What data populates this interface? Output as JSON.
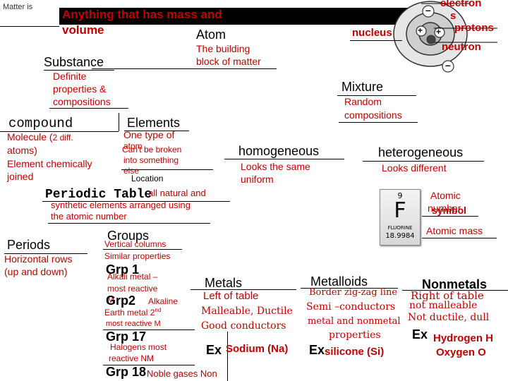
{
  "top": {
    "matter_is": "Matter is",
    "anything_line1": "Anything that has mass and",
    "anything_line2": "volume",
    "atom": "Atom",
    "atom_desc_line1": "The building",
    "atom_desc_line2": "block of matter"
  },
  "atom_diagram": {
    "electron_line1": "electron",
    "electron_line2": "s",
    "protons": "protons",
    "nucleus": "nucleus",
    "neutron": "neutron",
    "plus": "+",
    "minus": "–"
  },
  "substance": {
    "title": "Substance",
    "desc_line1": "Definite",
    "desc_line2": "properties &",
    "desc_line3": "compositions"
  },
  "mixture": {
    "title": "Mixture",
    "desc_line1": "Random",
    "desc_line2": "compositions",
    "homogeneous": "homogeneous",
    "homo_desc_line1": "Looks the same",
    "homo_desc_line2": "uniform",
    "heterogeneous": "heterogeneous",
    "hetero_desc": "Looks different"
  },
  "compound": {
    "title": "compound",
    "desc_line1a": "Molecule (",
    "desc_line1b": "2 diff.",
    "desc_line2": "atoms)",
    "desc_line3": "Element chemically",
    "desc_line4": "joined"
  },
  "elements": {
    "title": "Elements",
    "desc_line1": "One type of",
    "desc_line2a": "atom",
    "desc_line2b": "Can't be broken",
    "desc_line3": "into something",
    "desc_line4": "else",
    "location": "Location"
  },
  "periodic": {
    "title": "Periodic Table",
    "desc_line1": "all natural and",
    "desc_line2": "synthetic elements arranged using",
    "desc_line3": "the atomic number"
  },
  "tile": {
    "number": "9",
    "symbol": "F",
    "name": "FLUORINE",
    "mass": "18.9984",
    "atomic_line1": "Atomic",
    "atomic_line2a": "number",
    "atomic_line2b": "symbol",
    "atomic_mass": "Atomic mass"
  },
  "periods": {
    "title": "Periods",
    "desc_line1": "Horizontal rows",
    "desc_line2": "(up and down)"
  },
  "groups": {
    "title": "Groups",
    "desc_line1": "Vertical columns",
    "desc_line2": "Similar properties",
    "grp1": "Grp 1",
    "grp1_desc_line1": "Alkali metal –",
    "grp1_desc_line2": "most reactive",
    "grp1_desc_line3": "M",
    "grp2": "Grp2",
    "grp2_alk": "Alkaline",
    "grp2_desc_line1": "Earth metal 2",
    "grp2_sup": "nd",
    "grp2_desc_line2": "most reactive M",
    "grp17": "Grp 17",
    "grp17_desc_line1": "Halogens  most",
    "grp17_desc_line2": "reactive NM",
    "grp18": "Grp 18",
    "grp18_desc": "Noble gases Non"
  },
  "metals": {
    "title": "Metals",
    "desc_line1": "Left of table",
    "desc_line2": "Malleable, Ductile",
    "desc_line3": "Good conductors",
    "ex": "Ex",
    "example": "Sodium (Na)"
  },
  "metalloids": {
    "title": "Metalloids",
    "desc_line1": "Border zig-zag line",
    "desc_line2": "Semi –conductors",
    "desc_line3": "metal and nonmetal",
    "desc_line4": "properties",
    "ex": "Ex",
    "example": "silicone (Si)"
  },
  "nonmetals": {
    "title": "Nonmetals",
    "desc_line1": "Right of table",
    "desc_line2": "not malleable",
    "desc_line3": "Not ductile, dull",
    "ex": "Ex",
    "example_line1": "Hydrogen H",
    "example_line2": "Oxygen  O"
  }
}
